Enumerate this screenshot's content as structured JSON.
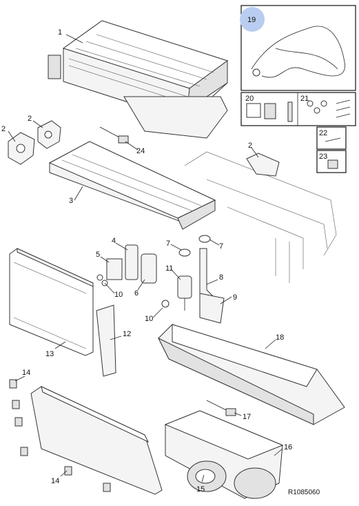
{
  "diagram": {
    "reference_code": "R1085060",
    "highlight_color": "#b9cdf0",
    "callouts": {
      "c1": "1",
      "c2a": "2",
      "c2b": "2",
      "c2c": "2",
      "c3": "3",
      "c4": "4",
      "c5": "5",
      "c6": "6",
      "c7a": "7",
      "c7b": "7",
      "c8": "8",
      "c9": "9",
      "c10a": "10",
      "c10b": "10",
      "c11": "11",
      "c12": "12",
      "c13": "13",
      "c14a": "14",
      "c14b": "14",
      "c15": "15",
      "c16": "16",
      "c17": "17",
      "c18": "18",
      "c19": "19",
      "c20": "20",
      "c21": "21",
      "c22": "22",
      "c23": "23",
      "c24": "24"
    }
  }
}
